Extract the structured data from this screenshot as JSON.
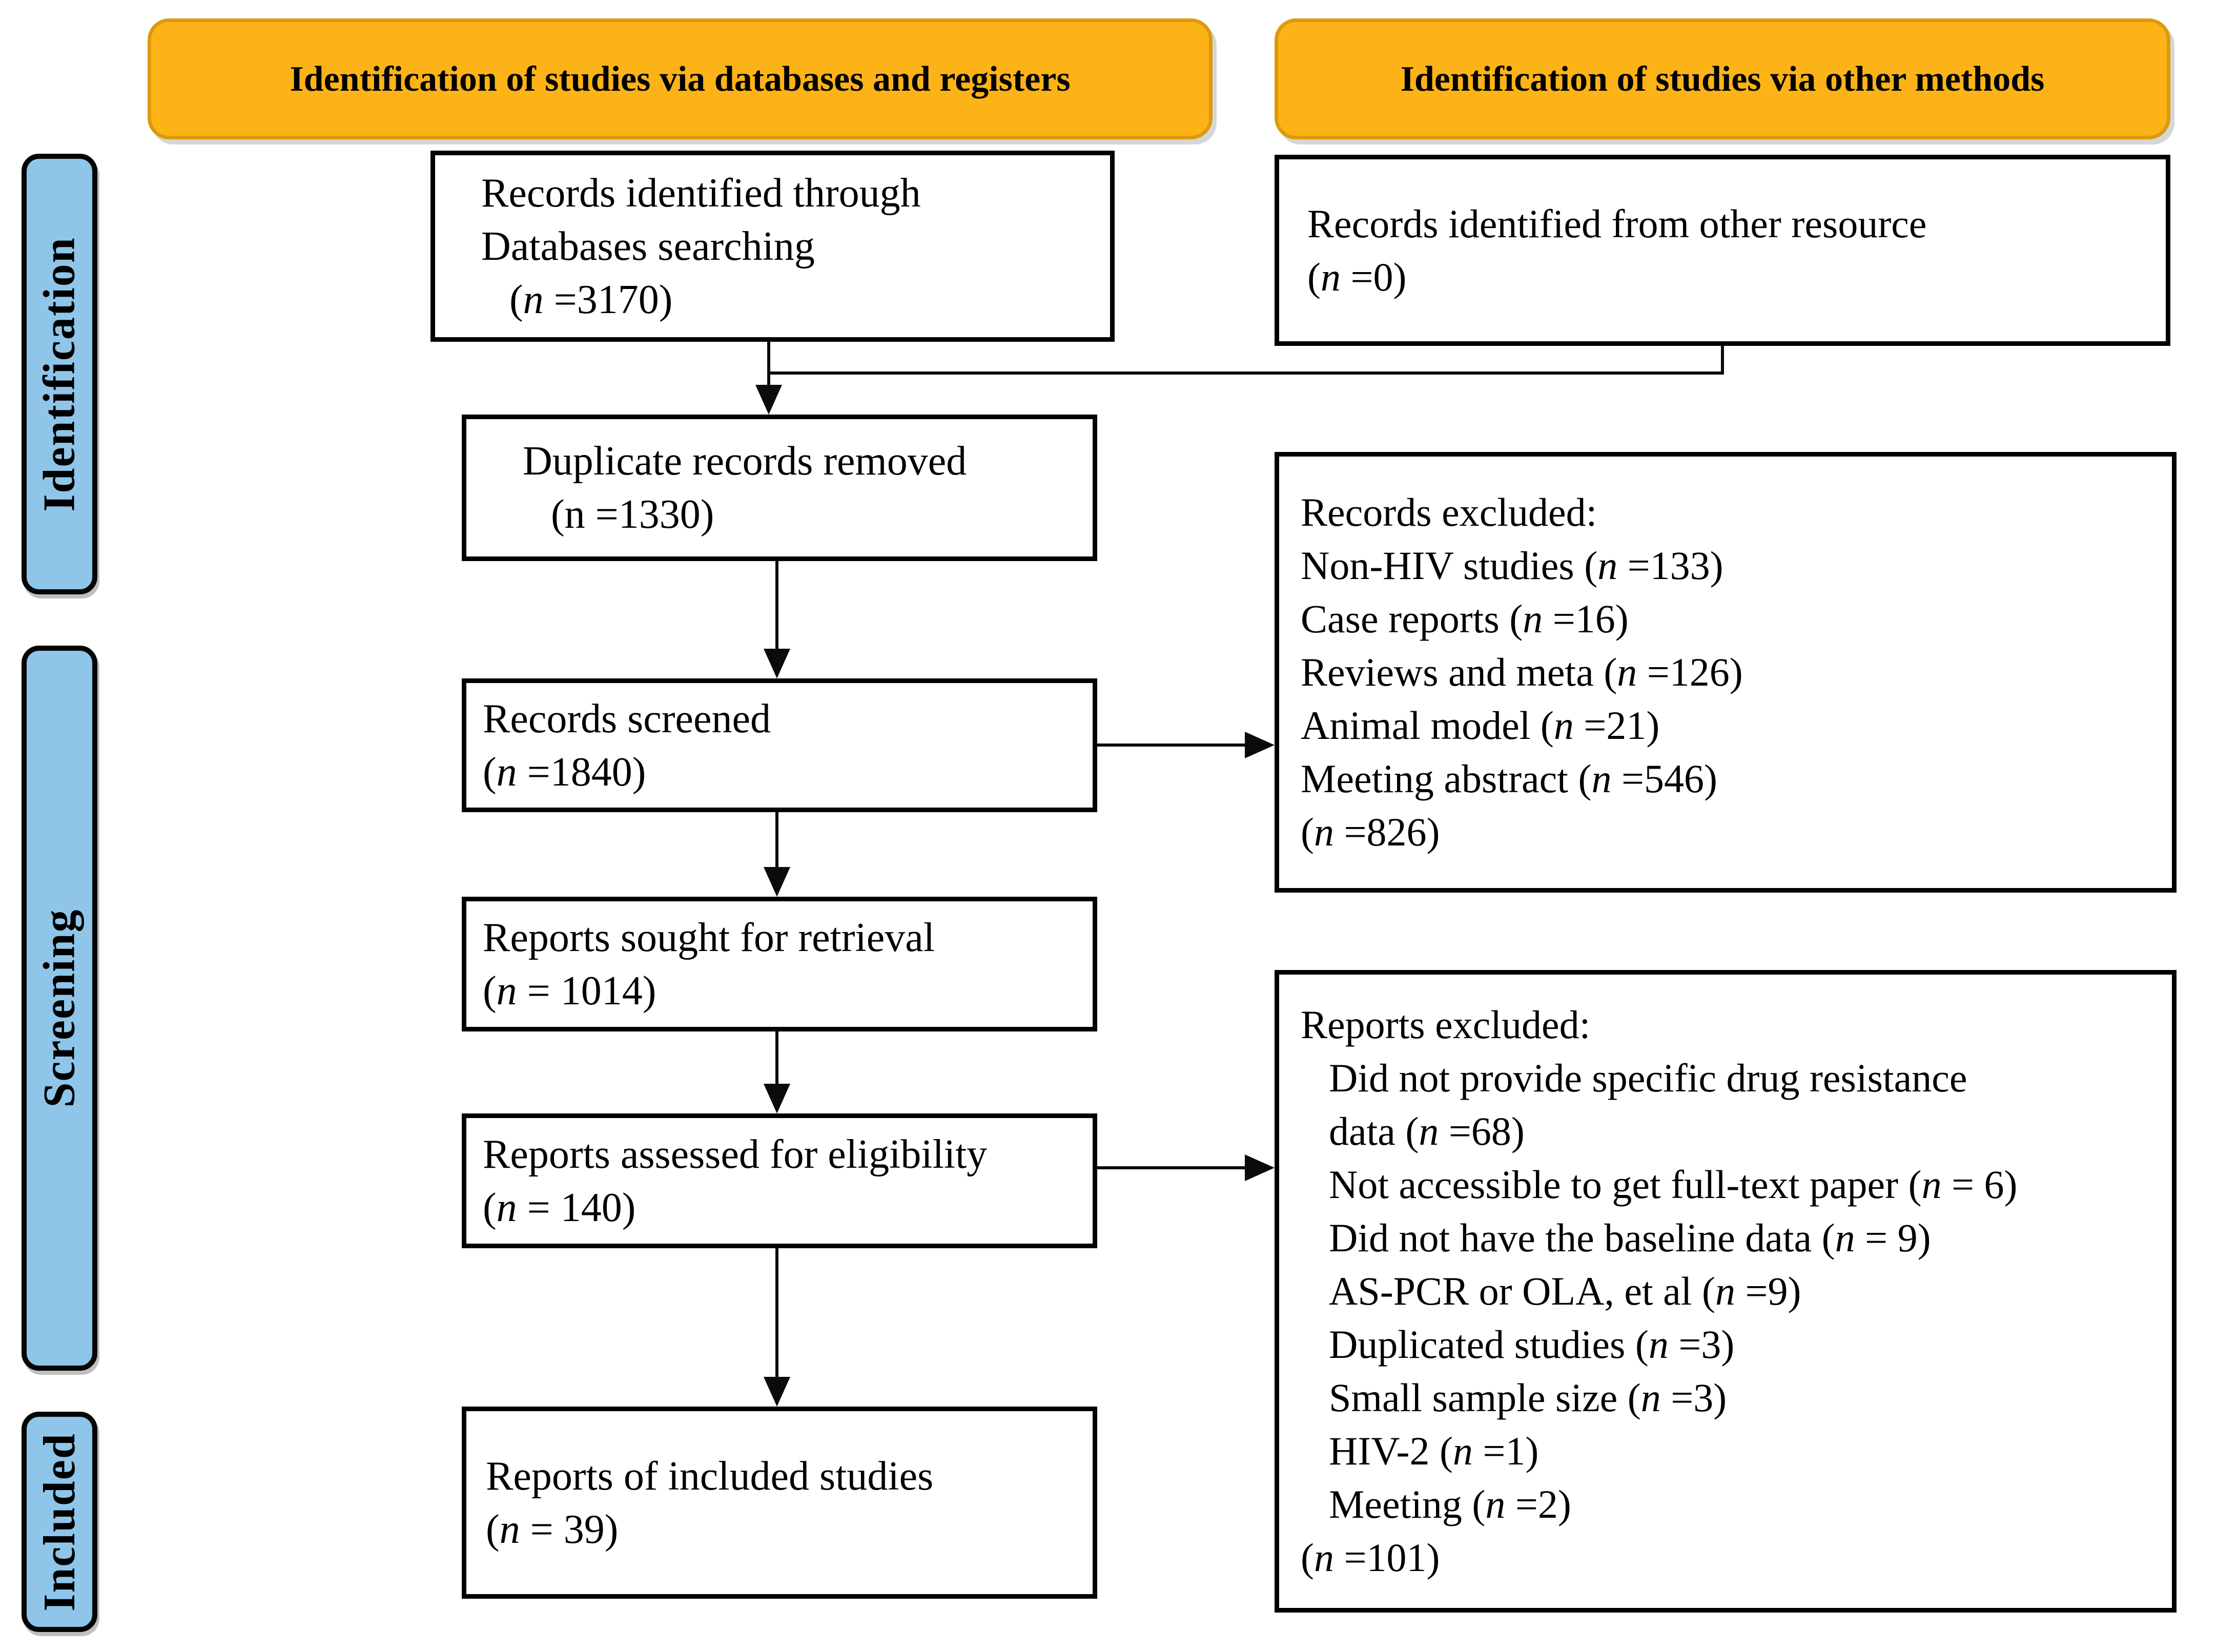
{
  "headers": {
    "left": "Identification of studies via databases and registers",
    "right": "Identification of studies via other methods"
  },
  "side_labels": {
    "identification": "Identification",
    "screening": "Screening",
    "included": "Included"
  },
  "colors": {
    "header_fill": "#FBB317",
    "header_border": "#DC9A0B",
    "header_text": "#000000",
    "stage_label_fill": "#8FC5E9",
    "stage_label_border": "#000000",
    "flow_box_fill": "#FFFFFF",
    "flow_box_border": "#000000",
    "arrow_color": "#0B0B0B",
    "background": "#FFFFFF"
  },
  "boxes": {
    "records_identified": {
      "lines": [
        {
          "t": "Records identified through"
        },
        {
          "t": "Databases searching"
        },
        {
          "t": "(n =3170)",
          "i": 1
        }
      ]
    },
    "records_other": {
      "lines": [
        {
          "t": "Records identified from other resource"
        },
        {
          "t": "(n =0)"
        }
      ]
    },
    "duplicates_removed": {
      "italic_n": false,
      "lines": [
        {
          "t": "Duplicate records removed"
        },
        {
          "t": "(n =1330)",
          "i": 1
        }
      ]
    },
    "records_excluded": {
      "lines": [
        {
          "t": "Records excluded:"
        },
        {
          "t": "Non-HIV studies (n =133)"
        },
        {
          "t": "Case reports (n =16)"
        },
        {
          "t": "Reviews and meta (n =126)"
        },
        {
          "t": "Animal model (n =21)"
        },
        {
          "t": "Meeting abstract (n =546)"
        },
        {
          "t": "(n =826)"
        }
      ]
    },
    "records_screened": {
      "lines": [
        {
          "t": "Records screened"
        },
        {
          "t": "(n =1840)"
        }
      ]
    },
    "reports_sought": {
      "lines": [
        {
          "t": "Reports sought for retrieval"
        },
        {
          "t": "(n = 1014)"
        }
      ]
    },
    "reports_assessed": {
      "lines": [
        {
          "t": "Reports assessed for eligibility"
        },
        {
          "t": "(n = 140)"
        }
      ]
    },
    "reports_excluded": {
      "lines": [
        {
          "t": "Reports excluded:"
        },
        {
          "t": "Did not provide specific drug resistance",
          "i": 1
        },
        {
          "t": "data (n =68)",
          "i": 1
        },
        {
          "t": "Not accessible to get full-text paper (n = 6)",
          "i": 1
        },
        {
          "t": "Did not have the baseline data (n = 9)",
          "i": 1
        },
        {
          "t": "AS-PCR or OLA, et al (n =9)",
          "i": 1
        },
        {
          "t": "Duplicated studies (n =3)",
          "i": 1
        },
        {
          "t": "Small sample size (n =3)",
          "i": 1
        },
        {
          "t": "HIV-2 (n =1)",
          "i": 1
        },
        {
          "t": "Meeting (n =2)",
          "i": 1
        },
        {
          "t": "(n =101)"
        }
      ]
    },
    "reports_included": {
      "lines": [
        {
          "t": "Reports of included studies"
        },
        {
          "t": "(n = 39)"
        }
      ]
    }
  }
}
